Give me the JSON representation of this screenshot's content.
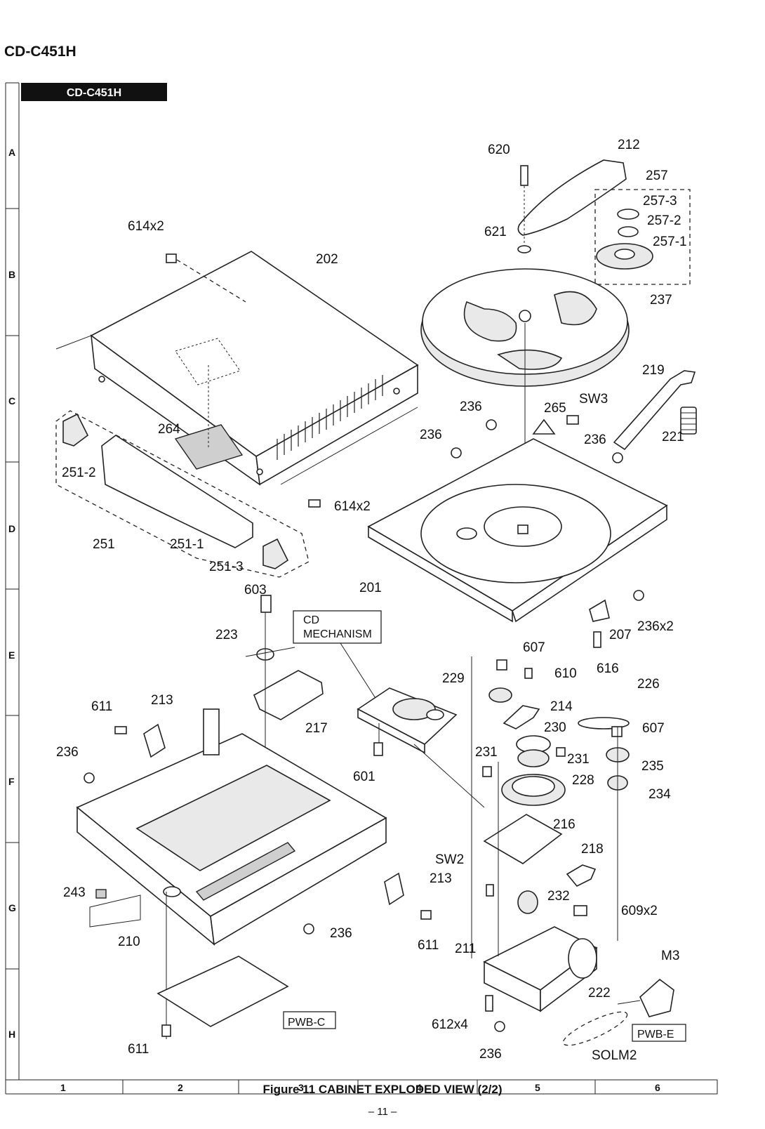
{
  "header": {
    "model_title": "CD-C451H",
    "frame_badge": "CD-C451H"
  },
  "grid": {
    "rows": [
      "A",
      "B",
      "C",
      "D",
      "E",
      "F",
      "G",
      "H"
    ],
    "columns": [
      "1",
      "2",
      "3",
      "4",
      "5",
      "6"
    ]
  },
  "parts": {
    "p620": "620",
    "p212": "212",
    "p257": "257",
    "p257_3": "257-3",
    "p257_2": "257-2",
    "p257_1": "257-1",
    "p614x2_top": "614x2",
    "p621": "621",
    "p202": "202",
    "p237": "237",
    "p219": "219",
    "p221": "221",
    "p236_c1": "236",
    "p265": "265",
    "sw3": "SW3",
    "p236_c2": "236",
    "p236_c3": "236",
    "p264": "264",
    "p251_2": "251-2",
    "p614x2_mid": "614x2",
    "p251": "251",
    "p251_1": "251-1",
    "p251_3": "251-3",
    "p201": "201",
    "p603": "603",
    "p223": "223",
    "cd_mech_1": "CD",
    "cd_mech_2": "MECHANISM",
    "p207": "207",
    "p236x2": "236x2",
    "p616": "616",
    "p607_top": "607",
    "p229": "229",
    "p610": "610",
    "p226": "226",
    "p214": "214",
    "p611_top": "611",
    "p213_top": "213",
    "p217": "217",
    "p230": "230",
    "p607_r": "607",
    "p236_f": "236",
    "p231_l": "231",
    "p231_r": "231",
    "p235": "235",
    "p601": "601",
    "p228": "228",
    "p234": "234",
    "p216": "216",
    "p218": "218",
    "sw2": "SW2",
    "p213_g": "213",
    "p243": "243",
    "p232": "232",
    "p609x2": "609x2",
    "p236_g": "236",
    "p210": "210",
    "p611_g": "611",
    "p211": "211",
    "m3": "M3",
    "p222": "222",
    "pwb_c": "PWB-C",
    "p612x4": "612x4",
    "pwb_e": "PWB-E",
    "p611_h": "611",
    "p236_h": "236",
    "solm2": "SOLM2"
  },
  "footer": {
    "caption": "Figure 11 CABINET  EXPLODED VIEW (2/2)",
    "page_number": "– 11 –"
  }
}
